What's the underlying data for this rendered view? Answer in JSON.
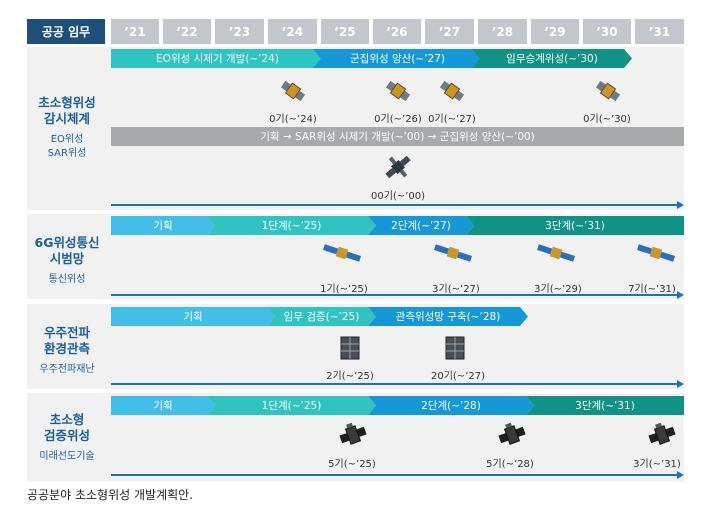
{
  "header": {
    "first": "공공 임무",
    "years": [
      "’21",
      "’22",
      "’23",
      "’24",
      "’25",
      "’26",
      "’27",
      "’28",
      "’29",
      "’30",
      "’31"
    ]
  },
  "rows": [
    {
      "title_lines": [
        "초소형위성",
        "감시체계"
      ],
      "sub_lines": [
        "EO위성",
        "SAR위성"
      ],
      "bars_top": [
        "EO위성 시제기 개발(~’24)",
        "군집위성 양산(~’27)",
        "임무승계위성(~’30)"
      ],
      "bar_gray": "기획 → SAR위성 시제기 개발(~’00) → 군집위성 양산(~’00)",
      "sats_top": [
        "0기(~’24)",
        "0기(~’26)",
        "0기(~’27)",
        "0기(~’30)"
      ],
      "sats_bottom": [
        "00기(~’00)"
      ]
    },
    {
      "title_lines": [
        "6G위성통신",
        "시범망"
      ],
      "sub_lines": [
        "통신위성"
      ],
      "bars": [
        "기획",
        "1단계(~’25)",
        "2단계(~’27)",
        "3단계(~’31)"
      ],
      "sats": [
        "1기(~’25)",
        "3기(~’27)",
        "3기(~’29)",
        "7기(~’31)"
      ]
    },
    {
      "title_lines": [
        "우주전파",
        "환경관측"
      ],
      "sub_lines": [
        "우주전파재난"
      ],
      "bars": [
        "기획",
        "임무 검증(~’25)",
        "관측위성망 구축(~’28)"
      ],
      "sats": [
        "2기(~’25)",
        "20기(~’27)"
      ]
    },
    {
      "title_lines": [
        "초소형",
        "검증위성"
      ],
      "sub_lines": [
        "미래선도기술"
      ],
      "bars": [
        "기획",
        "1단계(~’25)",
        "2단계(~’28)",
        "3단계(~’31)"
      ],
      "sats": [
        "5기(~’25)",
        "5기(~’28)",
        "3기(~’31)"
      ]
    }
  ],
  "caption": "공공분야 초소형위성 개발계획안.",
  "colors": {
    "header_first": "#1d4f7a",
    "header_year": "#c3c6cb",
    "planning": "#41bde8",
    "stage1": "#31c2c2",
    "stage2": "#1798d6",
    "stage3": "#119287",
    "gray_bar": "#a8a9ab",
    "label": "#1d5f95",
    "axis": "#1a73b5"
  },
  "icons": [
    "eo-satellite-icon",
    "sar-satellite-icon",
    "comm-satellite-icon",
    "cubesat-icon",
    "verification-satellite-icon"
  ]
}
